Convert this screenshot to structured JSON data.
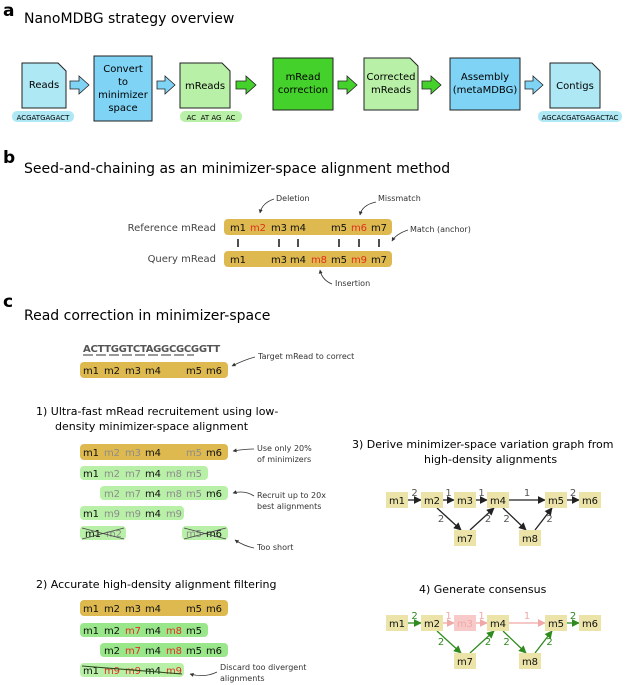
{
  "panel_a": {
    "letter": "a",
    "title": "NanoMDBG strategy overview",
    "reads_label": "Reads",
    "reads_seq": "ACGATGAGACT",
    "convert_label": [
      "Convert",
      "to",
      "minimizer",
      "space"
    ],
    "mreads_label": "mReads",
    "mreads_seq": "AC  AT AG  AC",
    "correction_label": [
      "mRead",
      "correction"
    ],
    "corrected_label": [
      "Corrected",
      "mReads"
    ],
    "assembly_label": [
      "Assembly",
      "(metaMDBG)"
    ],
    "contigs_label": "Contigs",
    "contigs_seq": "AGCACGATGAGACTAC",
    "colors": {
      "cyan": "#aee8f5",
      "cyan_border": "#5bb8d0",
      "green_light": "#b9f0a8",
      "green_dark": "#45d12b",
      "blue": "#7fd3f5"
    }
  },
  "panel_b": {
    "letter": "b",
    "title": "Seed-and-chaining as an minimizer-space alignment method",
    "reference_label": "Reference mRead",
    "query_label": "Query mRead",
    "reference_tokens": [
      "m1",
      "m2",
      "m3",
      "m4",
      "m5",
      "m6",
      "m7"
    ],
    "query_tokens": [
      "m1",
      "m3",
      "m4",
      "m8",
      "m5",
      "m9",
      "m7"
    ],
    "deletion_label": "Deletion",
    "mismatch_label": "Missmatch",
    "match_label": "Match (anchor)",
    "insertion_label": "Insertion"
  },
  "panel_c": {
    "letter": "c",
    "title": "Read correction in minimizer-space",
    "target_seq": "ACTTGGTCTAGGCGCGGTT",
    "target_tokens": [
      "m1",
      "m2",
      "m3",
      "m4",
      "m5",
      "m6"
    ],
    "target_label": "Target mRead to correct",
    "step1_title": [
      "1) Ultra-fast mRead recruitement using low-",
      "density minimizer-space alignment"
    ],
    "step1_note1": [
      "Use only 20%",
      "of minimizers"
    ],
    "step1_note2": [
      "Recruit up to 20x",
      "best alignments"
    ],
    "step1_note3": "Too short",
    "step1_rows": [
      [
        "m1",
        "m2",
        "m3",
        "m4",
        "m5",
        "m6"
      ],
      [
        "m1",
        "m2",
        "m7",
        "m4",
        "m8",
        "m5"
      ],
      [
        "m2",
        "m7",
        "m4",
        "m8",
        "m5",
        "m6"
      ],
      [
        "m1",
        "m9",
        "m9",
        "m4",
        "m9"
      ],
      [
        "m1",
        "m2"
      ],
      [
        "m5",
        "m6"
      ]
    ],
    "step2_title": "2) Accurate high-density alignment filtering",
    "step2_note": [
      "Discard too divergent",
      "alignments"
    ],
    "step2_rows": [
      [
        "m1",
        "m2",
        "m3",
        "m4",
        "m5",
        "m6"
      ],
      [
        "m1",
        "m2",
        "m7",
        "m4",
        "m8",
        "m5"
      ],
      [
        "m2",
        "m7",
        "m4",
        "m8",
        "m5",
        "m6"
      ],
      [
        "m1",
        "m9",
        "m9",
        "m4",
        "m9"
      ]
    ],
    "step3_title": [
      "3) Derive minimizer-space variation graph from",
      "high-density alignments"
    ],
    "step4_title": "4) Generate consensus",
    "graph_nodes": [
      "m1",
      "m2",
      "m3",
      "m4",
      "m5",
      "m6",
      "m7",
      "m8"
    ],
    "graph_weights": [
      "2",
      "1",
      "1",
      "2",
      "2",
      "1",
      "2",
      "2",
      "2",
      "2"
    ]
  }
}
